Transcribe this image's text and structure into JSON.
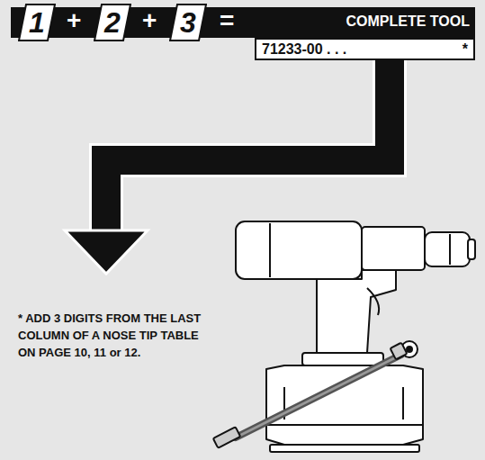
{
  "diagram": {
    "nodes": [
      {
        "text": [
          "1"
        ]
      },
      {
        "text": [
          "2"
        ]
      },
      {
        "text": [
          "3"
        ]
      },
      {
        "text": [
          "71233-00 . . .",
          "*"
        ]
      }
    ],
    "labels": [
      "+",
      "+",
      "=",
      "COMPLETE TOOL",
      "* ADD 3 DIGITS FROM THE LAST COLUMN OF A NOSE TIP TABLE ON PAGE 10, 11 or 12."
    ]
  }
}
